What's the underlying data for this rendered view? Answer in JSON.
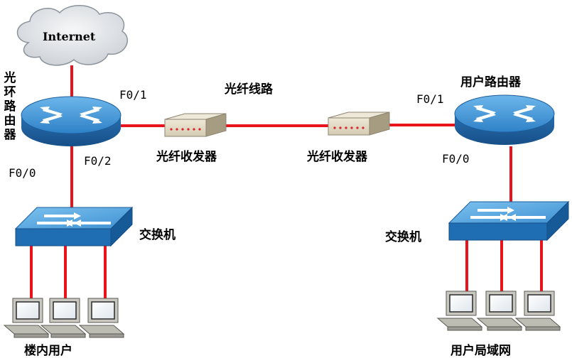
{
  "cloud": {
    "label": "Internet"
  },
  "left_router": {
    "label": "光环路由器",
    "port_up": "F0/1",
    "port_right": "F0/2",
    "port_down": "F0/0"
  },
  "right_router": {
    "label": "用户路由器",
    "port_left": "F0/1",
    "port_down": "F0/0"
  },
  "fiber_line": {
    "label": "光纤线路"
  },
  "transceivers": [
    {
      "label": "光纤收发器"
    },
    {
      "label": "光纤收发器"
    }
  ],
  "switches": [
    {
      "label": "交换机"
    },
    {
      "label": "交换机"
    }
  ],
  "groups": [
    {
      "label": "楼内用户"
    },
    {
      "label": "用户局域网"
    }
  ],
  "colors": {
    "link": "#e8131b",
    "device_blue": "#3b8fd0",
    "device_dark": "#1b5d9a",
    "transceiver": "#cfc6ad",
    "cloud": "#d9dce0"
  }
}
